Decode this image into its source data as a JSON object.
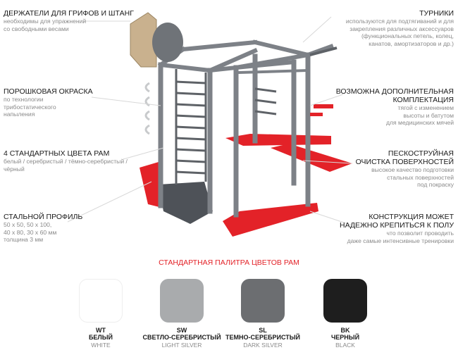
{
  "features_left": [
    {
      "title": "ДЕРЖАТЕЛИ ДЛЯ ГРИФОВ И ШТАНГ",
      "lines": [
        "необходимы для упражнений",
        "со свободными весами"
      ]
    },
    {
      "title": "ПОРОШКОВАЯ ОКРАСКА",
      "lines": [
        "по технологии",
        "трибостатического",
        "напыления"
      ]
    },
    {
      "title": "4 СТАНДАРТНЫХ ЦВЕТА РАМ",
      "lines": [
        "белый / серебристый / тёмно-серебристый /",
        "чёрный"
      ]
    },
    {
      "title": "СТАЛЬНОЙ ПРОФИЛЬ",
      "lines": [
        "50 х 50, 50 х 100,",
        "40 х 80, 30 х 60 мм",
        "толщина 3 мм"
      ]
    }
  ],
  "features_right": [
    {
      "title_lines": [
        "ТУРНИКИ"
      ],
      "lines": [
        "используются для подтягиваний и для",
        "закрепления различных аксессуаров",
        "(функциональных петель, колец,",
        "канатов, амортизаторов и др.)"
      ]
    },
    {
      "title_lines": [
        "ВОЗМОЖНА ДОПОЛНИТЕЛЬНАЯ",
        "КОМПЛЕКТАЦИЯ"
      ],
      "lines": [
        "тягой с изменением",
        "высоты и батутом",
        "для медицинских мячей"
      ]
    },
    {
      "title_lines": [
        "ПЕСКОСТРУЙНАЯ",
        "ОЧИСТКА ПОВЕРХНОСТЕЙ"
      ],
      "lines": [
        "высокое качество подготовки",
        "стальных поверхностей",
        "под покраску"
      ]
    },
    {
      "title_lines": [
        "КОНСТРУКЦИЯ МОЖЕТ",
        "НАДЕЖНО КРЕПИТЬСЯ К ПОЛУ"
      ],
      "lines": [
        "что позволит проводить",
        "даже самые интенсивные тренировки"
      ]
    }
  ],
  "palette": {
    "title": "СТАНДАРТНАЯ ПАЛИТРА ЦВЕТОВ РАМ",
    "swatches": [
      {
        "code": "WT",
        "name": "БЕЛЫЙ",
        "en": "WHITE",
        "color": "#ffffff"
      },
      {
        "code": "SW",
        "name": "СВЕТЛО-СЕРЕБРИСТЫЙ",
        "en": "LIGHT SILVER",
        "color": "#a9abad"
      },
      {
        "code": "SL",
        "name": "ТЕМНО-СЕРЕБРИСТЫЙ",
        "en": "DARK SILVER",
        "color": "#6c6e71"
      },
      {
        "code": "BK",
        "name": "ЧЕРНЫЙ",
        "en": "BLACK",
        "color": "#1e1e1e"
      }
    ]
  },
  "colors": {
    "accent": "#e32228",
    "frame": "#7d8187",
    "frame_dark": "#5e6267"
  }
}
